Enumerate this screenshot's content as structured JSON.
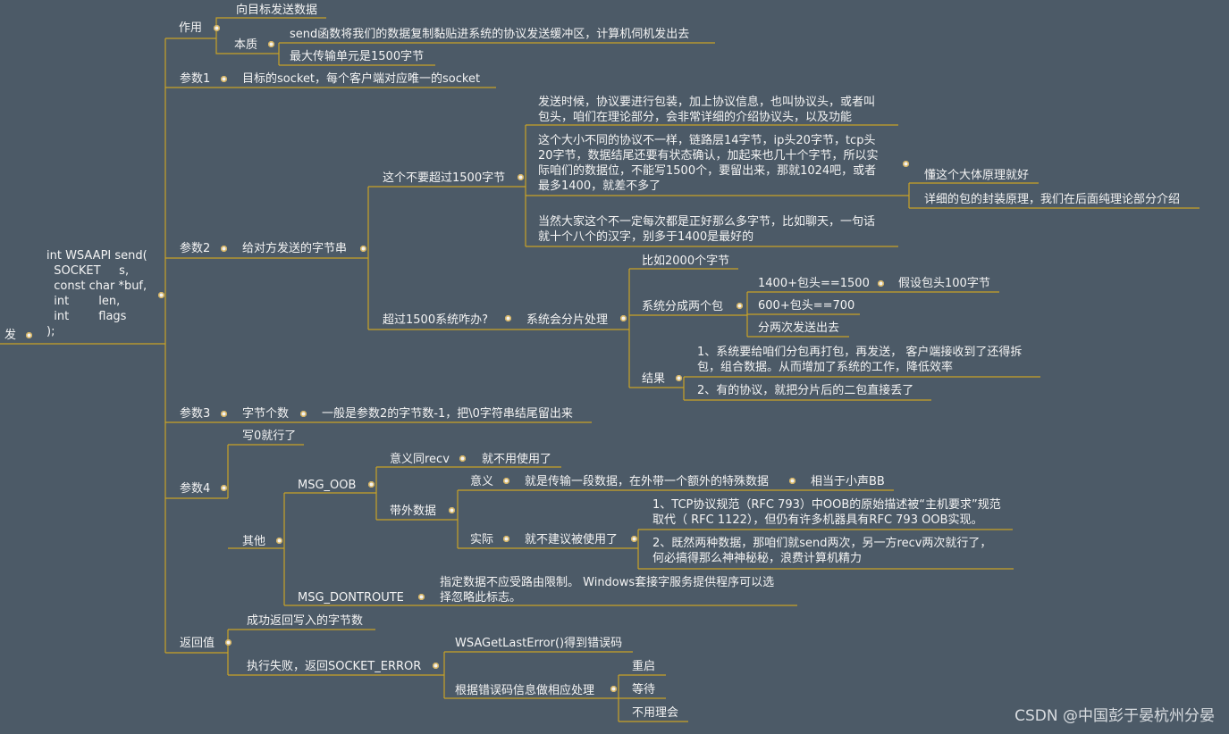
{
  "colors": {
    "background": "#4c5a67",
    "branch": "#c9a227",
    "text": "#f4f4f4"
  },
  "root": {
    "left_label": "发",
    "signature": "int WSAAPI send(\n  SOCKET     s,\n  const char *buf,\n  int        len,\n  int        flags\n);"
  },
  "zuoyong": {
    "label": "作用",
    "target": "向目标发送数据",
    "benzhi": "本质",
    "benzhi_desc": "send函数将我们的数据复制黏贴进系统的协议发送缓冲区，计算机伺机发出去",
    "mtu": "最大传输单元是1500字节"
  },
  "param1": {
    "label": "参数1",
    "desc": "目标的socket，每个客户端对应唯一的socket"
  },
  "param2": {
    "label": "参数2",
    "desc": "给对方发送的字节串",
    "limit": "这个不要超过1500字节",
    "reason1": "发送时候，协议要进行包装，加上协议信息，也叫协议头，或者叫\n包头，咱们在理论部分，会非常详细的介绍协议头，以及功能",
    "reason2": "这个大小不同的协议不一样，链路层14字节，ip头20字节，tcp头\n20字节，数据结尾还要有状态确认，加起来也几十个字节，所以实\n际咱们的数据位，不能写1500个，要留出来，那就1024吧，或者\n最多1400，就差不多了",
    "understand": "懂这个大体原理就好",
    "detail": "详细的包的封装原理，我们在后面纯理论部分介绍",
    "reason3": "当然大家这个不一定每次都是正好那么多字节，比如聊天，一句话\n就十个八个的汉字，别多于1400是最好的",
    "exceed": "超过1500系统咋办?",
    "fragment": "系统会分片处理",
    "example": "比如2000个字节",
    "two_packets": "系统分成两个包",
    "p1": "1400+包头==1500",
    "assume": "假设包头100字节",
    "p2": "600+包头==700",
    "twice": "分两次发送出去",
    "result": "结果",
    "result1": "1、系统要给咱们分包再打包，再发送， 客户端接收到了还得拆\n包，组合数据。从而增加了系统的工作，降低效率",
    "result2": "2、有的协议，就把分片后的二包直接丢了"
  },
  "param3": {
    "label": "参数3",
    "desc": "字节个数",
    "detail": "一般是参数2的字节数-1，把\\0字符串结尾留出来"
  },
  "param4": {
    "label": "参数4",
    "zero": "写0就行了",
    "other": "其他",
    "oob": "MSG_OOB",
    "same_recv": "意义同recv",
    "no_use": "就不用使用了",
    "out_band": "带外数据",
    "meaning": "意义",
    "meaning_desc": "就是传输一段数据，在外带一个额外的特殊数据",
    "whisper": "相当于小声BB",
    "actual": "实际",
    "not_recommended": "就不建议被使用了",
    "tcp_note": "1、TCP协议规范（RFC 793）中OOB的原始描述被“主机要求”规范\n取代（ RFC 1122），但仍有许多机器具有RFC 793 OOB实现。",
    "two_send": "2、既然两种数据，那咱们就send两次，另一方recv两次就行了，\n何必搞得那么神神秘秘，浪费计算机精力",
    "dontroute": "MSG_DONTROUTE",
    "dontroute_desc": "指定数据不应受路由限制。 Windows套接字服务提供程序可以选\n择忽略此标志。"
  },
  "ret": {
    "label": "返回值",
    "success": "成功返回写入的字节数",
    "fail": "执行失败，返回SOCKET_ERROR",
    "wsa": "WSAGetLastError()得到错误码",
    "handle": "根据错误码信息做相应处理",
    "restart": "重启",
    "wait": "等待",
    "ignore": "不用理会"
  },
  "watermark": "CSDN @中国彭于晏杭州分晏"
}
